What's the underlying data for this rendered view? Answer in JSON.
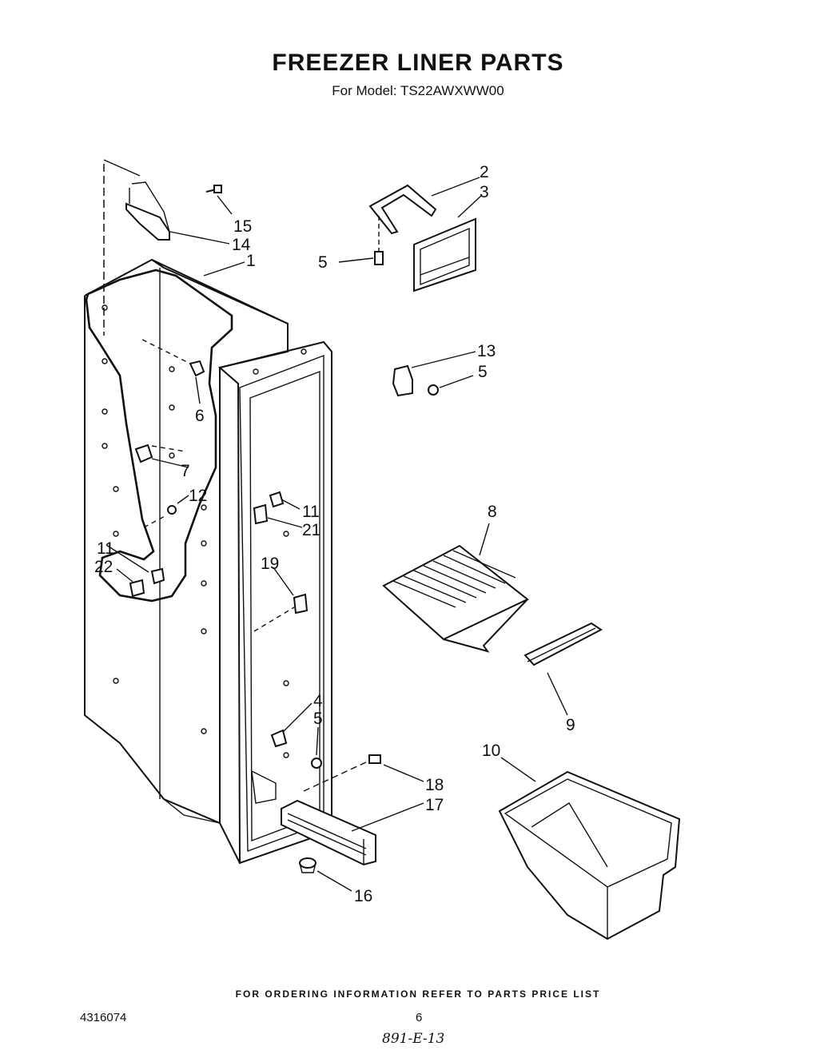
{
  "title": "FREEZER LINER PARTS",
  "subtitle": "For Model: TS22AWXWW00",
  "callouts": {
    "c1": "1",
    "c2": "2",
    "c3": "3",
    "c4": "4",
    "c5a": "5",
    "c5b": "5",
    "c5c": "5",
    "c6": "6",
    "c7": "7",
    "c8": "8",
    "c9": "9",
    "c10": "10",
    "c11a": "11",
    "c11b": "11",
    "c12": "12",
    "c13": "13",
    "c14": "14",
    "c15": "15",
    "c16": "16",
    "c17": "17",
    "c18": "18",
    "c19": "19",
    "c21": "21",
    "c22": "22"
  },
  "footer_note": "FOR ORDERING INFORMATION REFER TO PARTS PRICE LIST",
  "doc_number": "4316074",
  "page_number": "6",
  "handwritten_note": "891-E-13"
}
